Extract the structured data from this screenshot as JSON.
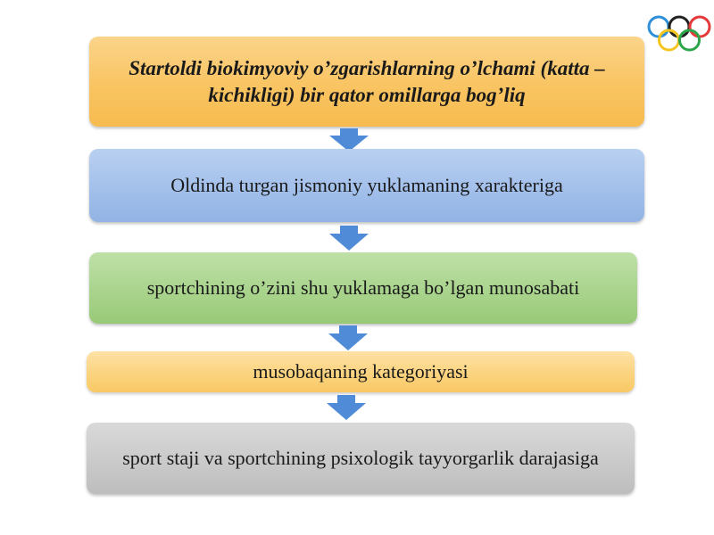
{
  "flow": {
    "step1": "Startoldi biokimyoviy o’zgarishlarning o’lchami (katta – kichikligi) bir qator omillarga bog’liq",
    "step2": "Oldinda turgan jismoniy yuklamaning xarakteriga",
    "step3": "sportchining o’zini shu yuklamaga bo’lgan munosabati",
    "step4": "musobaqaning kategoriyasi",
    "step5": "sport staji va sportchining psixologik tayyorgarlik darajasiga"
  },
  "colors": {
    "step1": "#f9c462",
    "step2": "#a3c0eb",
    "step3": "#a9d48d",
    "step4": "#fbd27c",
    "step5": "#cacaca",
    "arrow": "#4f8bd6"
  },
  "icons": {
    "logo": "olympic-rings-icon",
    "connector": "down-arrow-icon"
  }
}
